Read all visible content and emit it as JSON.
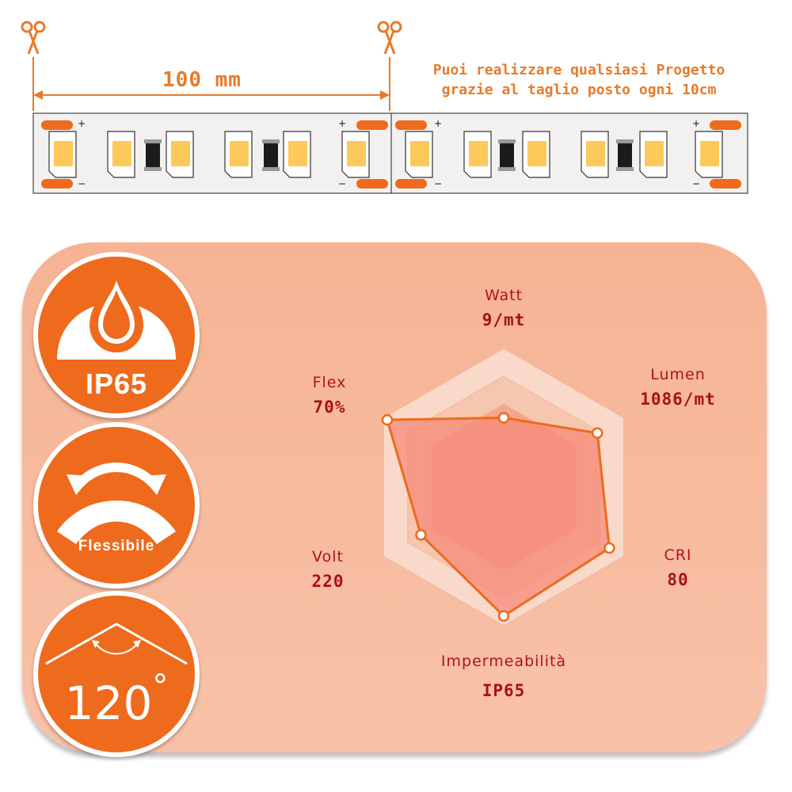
{
  "strip": {
    "length_label": "100 mm",
    "cut_note_line1": "Puoi realizzare qualsiasi Progetto",
    "cut_note_line2": "grazie al taglio posto ogni 10cm",
    "plus_sign": "+",
    "minus_sign": "−"
  },
  "badges": [
    {
      "icon": "water-drop-icon",
      "label": "IP65"
    },
    {
      "icon": "flex-arrows-icon",
      "label": "Flessibile"
    },
    {
      "icon": "beam-angle-icon",
      "label": "120",
      "degree": "°"
    }
  ],
  "colors": {
    "accent": "#ee6a1c",
    "panel": "#f7bba0",
    "label_red": "#b0121c",
    "radar_fill": "#f58a7a",
    "led_yellow": "#fcc95a"
  },
  "chart_data": {
    "type": "radar",
    "axes": [
      {
        "name": "Watt",
        "value_label": "9/mt",
        "level": 0.5
      },
      {
        "name": "Lumen",
        "value_label": "1086/mt",
        "level": 0.78
      },
      {
        "name": "CRI",
        "value_label": "80",
        "level": 0.88
      },
      {
        "name": "Impermeabilità",
        "value_label": "IP65",
        "level": 0.93
      },
      {
        "name": "Volt",
        "value_label": "220",
        "level": 0.69
      },
      {
        "name": "Flex",
        "value_label": "70%",
        "level": 0.97
      }
    ]
  }
}
